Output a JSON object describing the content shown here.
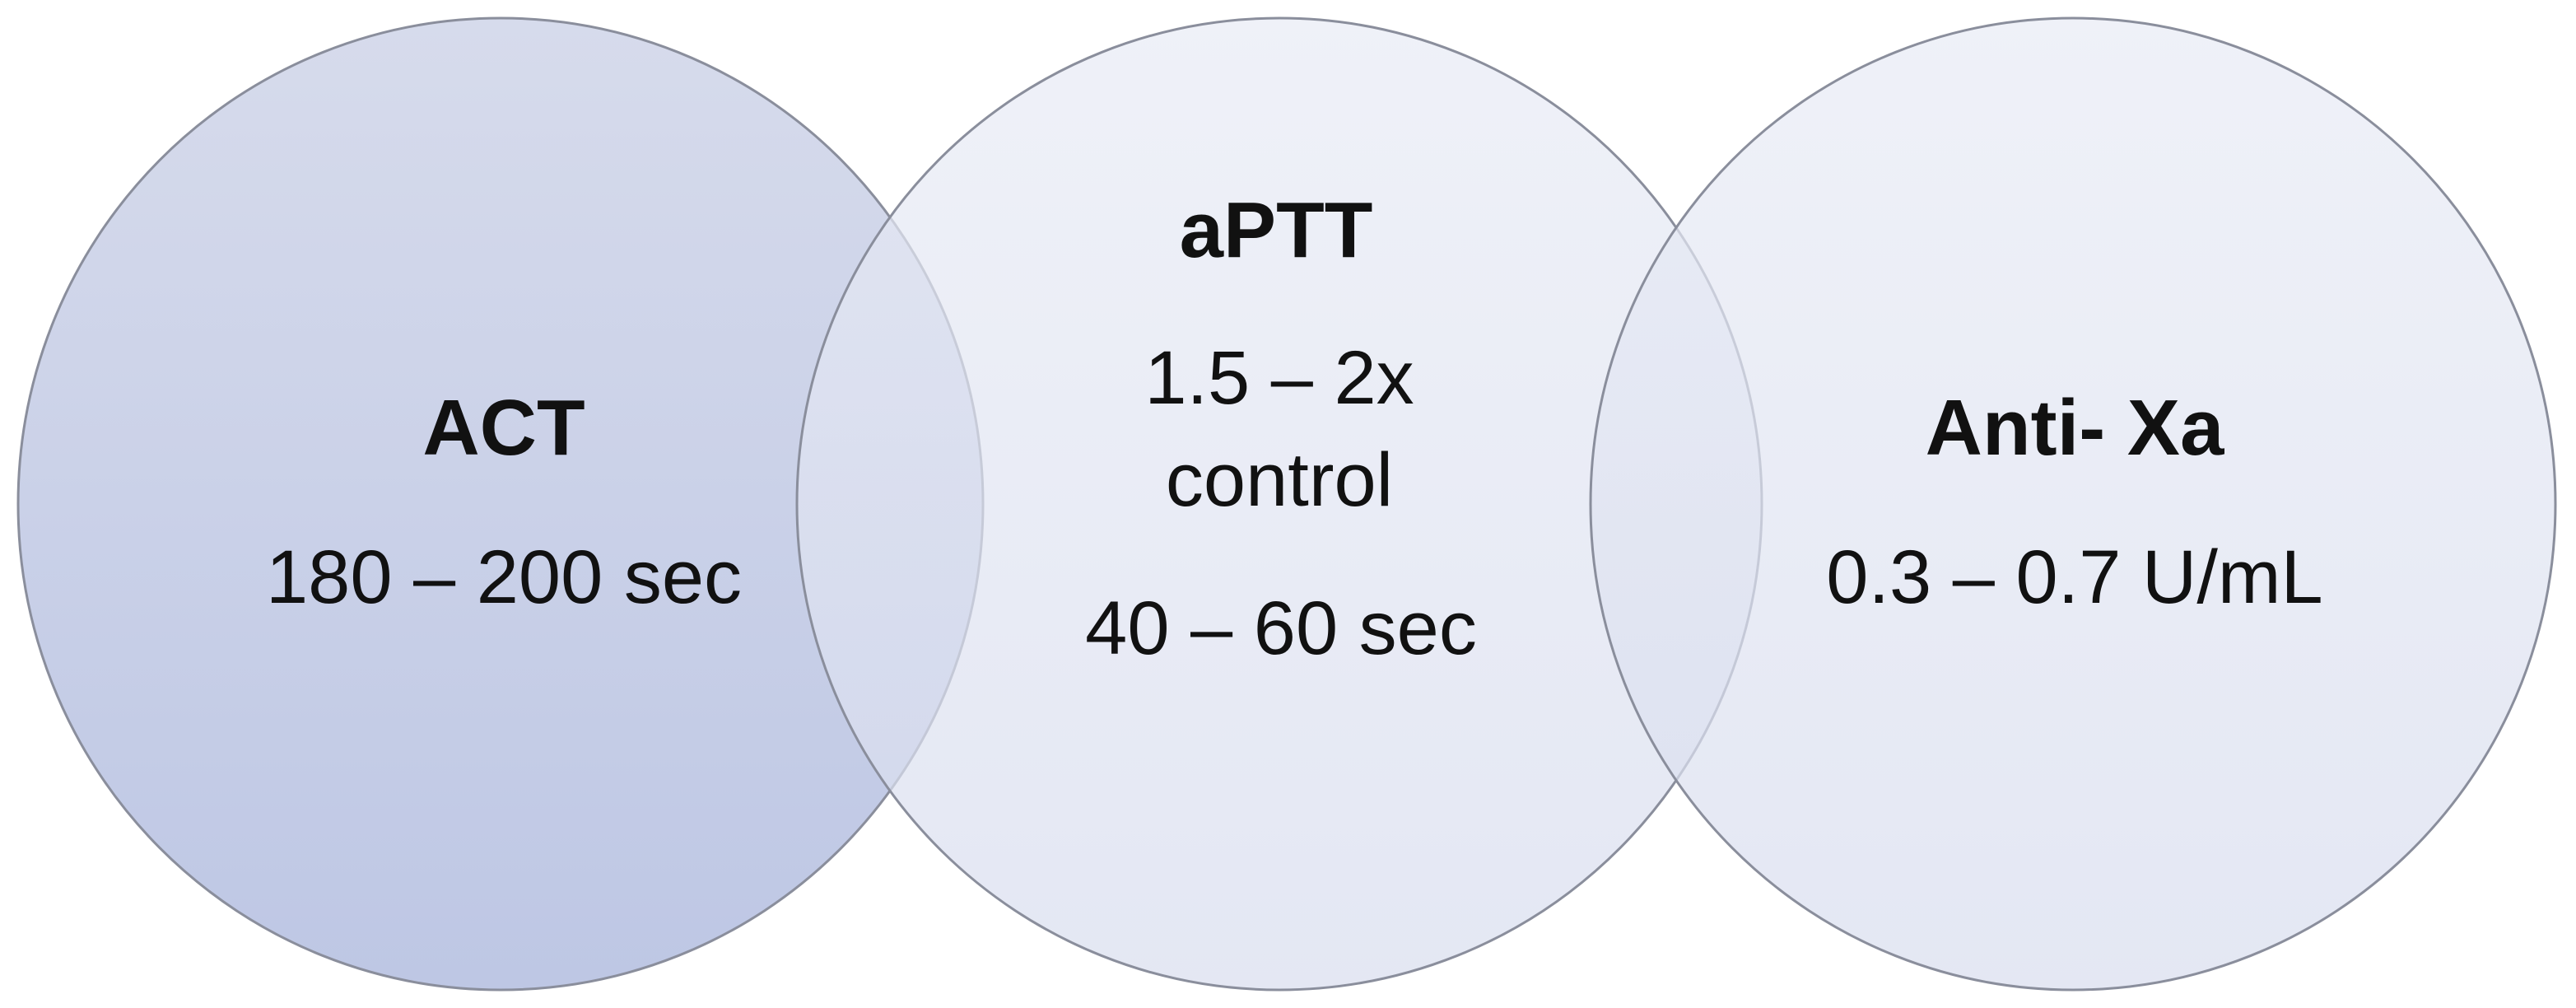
{
  "circles": [
    {
      "id": "act",
      "title": "ACT",
      "values": [
        "180 – 200 sec"
      ],
      "fill_top": "#d3d8ea",
      "fill_bottom": "#b8c2e2"
    },
    {
      "id": "aptt",
      "title": "aPTT",
      "values": [
        "1.5 – 2x",
        "control",
        "40 – 60 sec"
      ],
      "fill_top": "#e8ebf5",
      "fill_bottom": "#d8ddee"
    },
    {
      "id": "anti-xa",
      "title": "Anti- Xa",
      "values": [
        "0.3 – 0.7 U/mL"
      ],
      "fill_top": "#e8ebf5",
      "fill_bottom": "#d8ddee"
    }
  ],
  "colors": {
    "outline": "#8a8e9c",
    "text": "#111111",
    "background": "#ffffff"
  }
}
